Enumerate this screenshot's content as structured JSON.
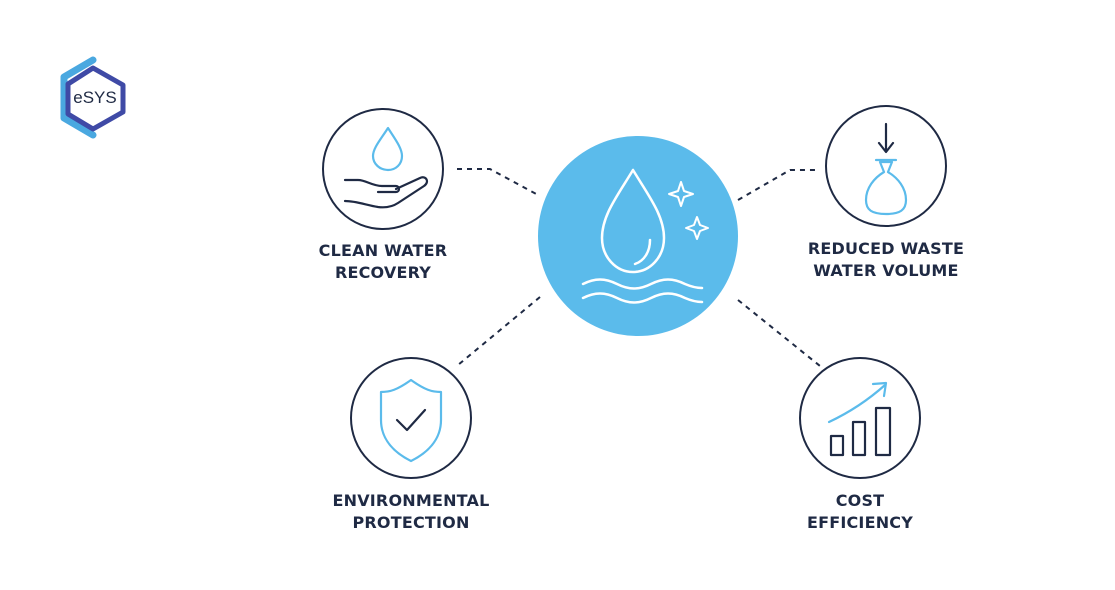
{
  "logo": {
    "text": "eSYS",
    "colors": {
      "outer": "#4aa8e0",
      "inner": "#3f4aa6",
      "text": "#1f2a44"
    }
  },
  "center": {
    "icon": "water-drop-icon",
    "sparkles": "sparkle-icon",
    "waves": "water-waves-icon",
    "fill": "#5bbbeb"
  },
  "benefits": [
    {
      "id": "clean-water-recovery",
      "icon": "hand-water-drop-icon",
      "lines": [
        "CLEAN WATER",
        "RECOVERY"
      ]
    },
    {
      "id": "reduced-waste-water-volume",
      "icon": "waste-bag-down-arrow-icon",
      "lines": [
        "REDUCED WASTE",
        "WATER VOLUME"
      ]
    },
    {
      "id": "environmental-protection",
      "icon": "shield-check-icon",
      "lines": [
        "ENVIRONMENTAL",
        "PROTECTION"
      ]
    },
    {
      "id": "cost-efficiency",
      "icon": "growth-chart-icon",
      "lines": [
        "COST",
        "EFFICIENCY"
      ]
    }
  ],
  "colors": {
    "ink": "#1f2a44",
    "accent": "#5bbbeb"
  }
}
